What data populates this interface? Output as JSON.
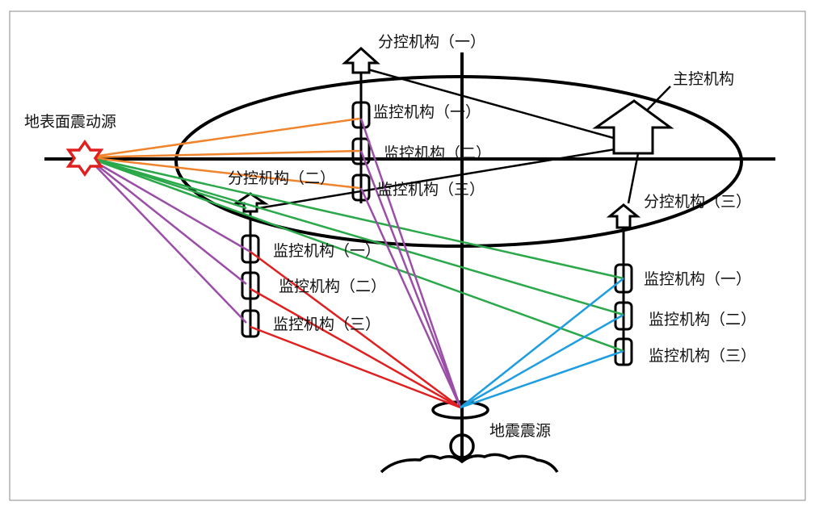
{
  "labels": {
    "surface_source": "地表面震动源",
    "main_control": "主控机构",
    "sub1": "分控机构（一）",
    "sub2": "分控机构（二）",
    "sub3": "分控机构（三）",
    "mon1": "监控机构（一）",
    "mon2": "监控机构（二）",
    "mon3": "监控机构（三）",
    "quake_source": "地震震源"
  },
  "colors": {
    "surface_to_top": "#f0842c",
    "surface_to_left": "#9b4ea8",
    "surface_to_right": "#2aa84a",
    "quake_to_top": "#9b4ea8",
    "quake_to_left": "#e02020",
    "quake_to_right": "#1e9ee0",
    "star": "#e02020"
  }
}
